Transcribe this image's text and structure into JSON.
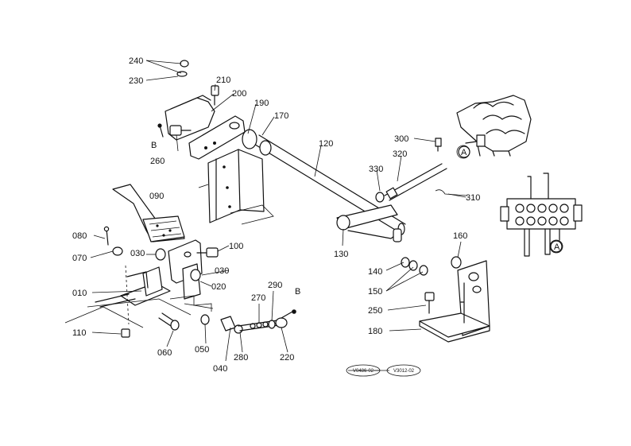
{
  "part_labels": {
    "p240": "240",
    "p230": "230",
    "p210": "210",
    "p200": "200",
    "p190": "190",
    "p170": "170",
    "p120": "120",
    "pB_top": "B",
    "p260": "260",
    "p300": "300",
    "pA_top": "A",
    "p320": "320",
    "p330": "330",
    "p310": "310",
    "p090": "090",
    "p080": "080",
    "p070": "070",
    "p030a": "030",
    "p100": "100",
    "p030b": "030",
    "p020": "020",
    "p010": "010",
    "p110": "110",
    "p060": "060",
    "p050": "050",
    "p040": "040",
    "p280": "280",
    "p270": "270",
    "p290": "290",
    "pB_bottom": "B",
    "p220": "220",
    "p130": "130",
    "p160": "160",
    "p140": "140",
    "p150": "150",
    "p250": "250",
    "p180": "180",
    "pA_right": "A"
  },
  "reference_codes": {
    "left": "V0486-02",
    "right": "V3012-02"
  }
}
